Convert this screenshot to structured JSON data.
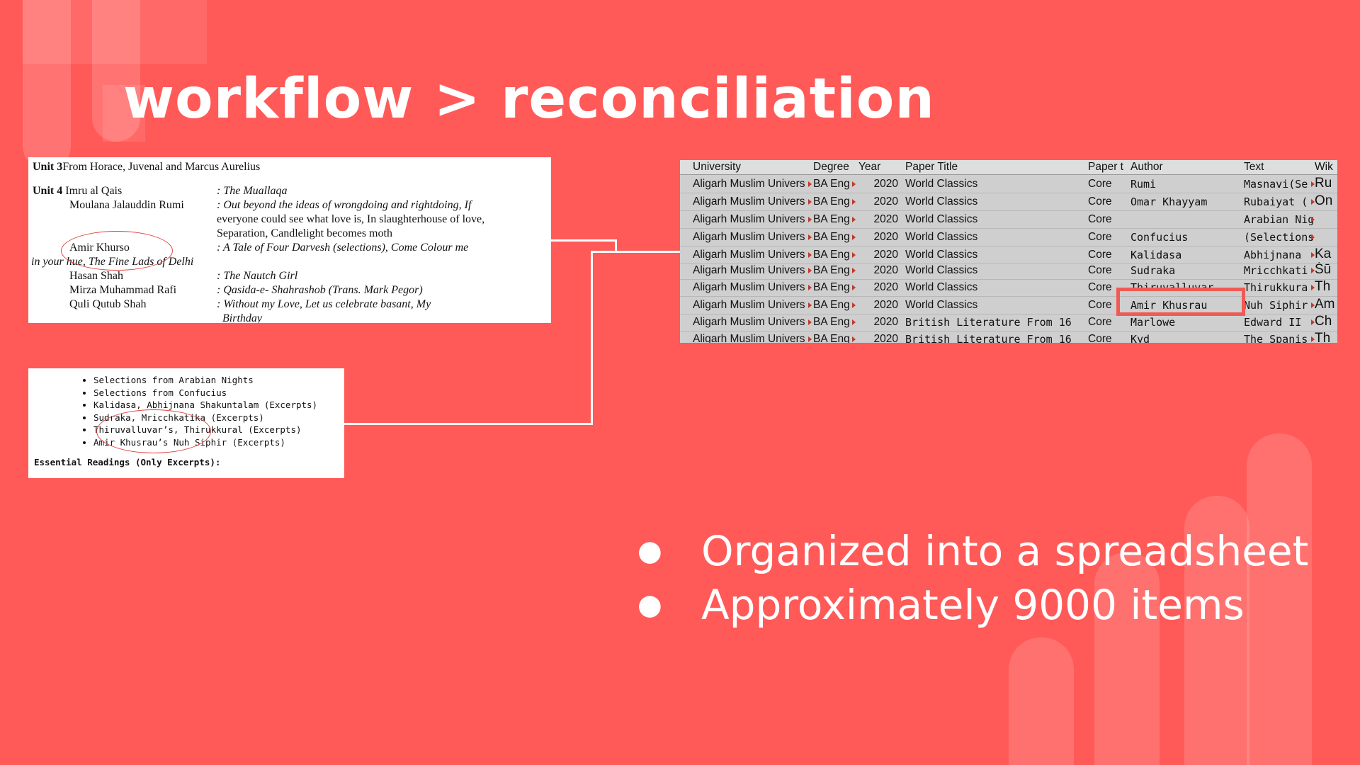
{
  "title": "workflow > reconciliation",
  "doc1": {
    "lines": [
      {
        "b": "Unit 3",
        "t": "From Horace, Juvenal and Marcus Aurelius"
      },
      {
        "b": "Unit 4",
        "t": "Imru al Qais"
      },
      {
        "t": "Moulana Jalauddin Rumi"
      },
      {
        "t": "Amir Khurso"
      },
      {
        "t": "Hasan Shah"
      },
      {
        "t": "Mirza Muhammad Rafi"
      },
      {
        "t": "Quli Qutub Shah"
      }
    ],
    "right": [
      ": The Muallaqa",
      ": Out beyond the ideas of wrongdoing and rightdoing, If",
      "everyone could see what love is, In slaughterhouse of love,",
      "Separation, Candlelight becomes moth",
      ": A Tale of Four Darvesh (selections), Come Colour me",
      ": The Nautch Girl",
      ": Qasida-e- Shahrashob (Trans. Mark Pegor)",
      ": Without my Love, Let us celebrate basant, My",
      "Birthday"
    ],
    "hang": "in your hue, The Fine Lads of Delhi"
  },
  "doc2": {
    "items": [
      "Selections from Arabian Nights",
      "Selections from Confucius",
      "Kalidasa, Abhijnana Shakuntalam (Excerpts)",
      "Sudraka, Mricchkatika (Excerpts)",
      "Thiruvalluvar’s, Thirukkural (Excerpts)",
      "Amir Khusrau’s Nuh Siphir (Excerpts)"
    ],
    "essential": "Essential Readings (Only Excerpts):"
  },
  "sheet": {
    "headers": [
      "University",
      "Degree",
      "Year",
      "Paper Title",
      "Paper t",
      "Author",
      "Text",
      "Wik"
    ],
    "rows": [
      [
        "Aligarh Muslim Univers",
        "BA Eng",
        "2020",
        "World Classics",
        "Core",
        "Rumi",
        "Masnavi(Se",
        "Ru"
      ],
      [
        "Aligarh Muslim Univers",
        "BA Eng",
        "2020",
        "World Classics",
        "Core",
        "Omar Khayyam",
        "Rubaiyat (",
        "On"
      ],
      [
        "Aligarh Muslim Univers",
        "BA Eng",
        "2020",
        "World Classics",
        "Core",
        "",
        "Arabian Night",
        ""
      ],
      [
        "Aligarh Muslim Univers",
        "BA Eng",
        "2020",
        "World Classics",
        "Core",
        "Confucius",
        "(Selections)",
        ""
      ],
      [
        "Aligarh Muslim Univers",
        "BA Eng",
        "2020",
        "World Classics",
        "Core",
        "Kalidasa",
        "Abhijnana",
        "Ka"
      ],
      [
        "Aligarh Muslim Univers",
        "BA Eng",
        "2020",
        "World Classics",
        "Core",
        "Sudraka",
        "Mricchkati",
        "Śū"
      ],
      [
        "Aligarh Muslim Univers",
        "BA Eng",
        "2020",
        "World Classics",
        "Core",
        "Thiruvalluvar",
        "Thirukkura",
        "Th"
      ],
      [
        "Aligarh Muslim Univers",
        "BA Eng",
        "2020",
        "World Classics",
        "Core",
        "Amir Khusrau",
        "Nuh Siphir",
        "Am"
      ],
      [
        "Aligarh Muslim Univers",
        "BA Eng",
        "2020",
        "British Literature From 16",
        "Core",
        "Marlowe",
        "Edward II",
        "Ch"
      ],
      [
        "Aligarh Muslim Univers",
        "BA Eng",
        "2020",
        "British Literature From 16",
        "Core",
        "Kyd",
        "The Spanis",
        "Th"
      ]
    ]
  },
  "bullets": [
    "Organized into a spreadsheet",
    "Approximately 9000 items"
  ],
  "colors": {
    "background": "#FF5A58",
    "highlight": "#F05A55"
  }
}
